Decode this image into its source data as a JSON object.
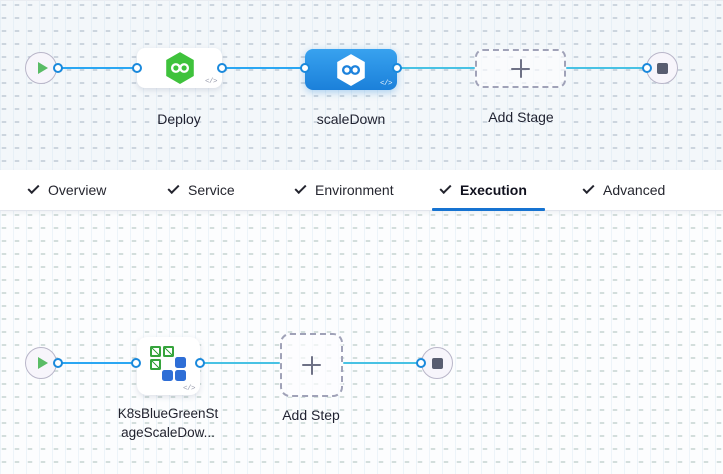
{
  "stage_canvas": {
    "stages": [
      {
        "label": "Deploy",
        "icon": "harness-cd-hexagon-icon",
        "selected": false
      },
      {
        "label": "scaleDown",
        "icon": "harness-cd-hexagon-icon",
        "selected": true
      }
    ],
    "add_stage_label": "Add Stage"
  },
  "tabs": [
    {
      "label": "Overview",
      "checked": true
    },
    {
      "label": "Service",
      "checked": true
    },
    {
      "label": "Environment",
      "checked": true
    },
    {
      "label": "Execution",
      "checked": true,
      "active": true
    },
    {
      "label": "Advanced",
      "checked": true
    }
  ],
  "step_canvas": {
    "steps": [
      {
        "label_lines": [
          "K8sBlueGreenSt",
          "ageScaleDow..."
        ],
        "icon": "k8s-blue-green-scale-down-icon"
      }
    ],
    "add_step_label": "Add Step"
  },
  "icons": [
    "play-icon",
    "stop-icon",
    "check-icon",
    "plus-icon",
    "code-yaml-icon",
    "harness-cd-hexagon-icon",
    "k8s-blue-green-scale-down-icon"
  ],
  "colors": {
    "edge_blue": "#2ba7f3",
    "edge_cyan": "#48c2e4",
    "accent_underline": "#1673d1",
    "selected_stage_gradient_top": "#38a2ef",
    "selected_stage_gradient_bottom": "#1b80da",
    "deploy_green": "#3fc23c",
    "k8s_green": "#36a43c",
    "k8s_blue": "#2e6ed6",
    "play_green": "#5abc66",
    "stop_gray": "#585d70"
  }
}
